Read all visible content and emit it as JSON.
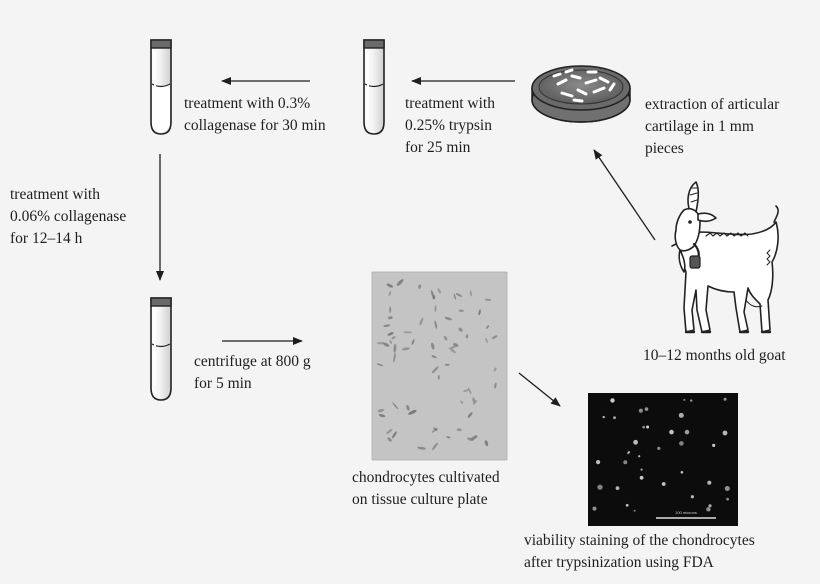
{
  "steps": {
    "extraction": [
      "extraction of articular",
      "cartilage in 1 mm",
      "pieces"
    ],
    "goat": [
      "10–12 months old goat"
    ],
    "trypsin": [
      "treatment with",
      "0.25% trypsin",
      "for 25 min"
    ],
    "collagenase_30": [
      "treatment with 0.3%",
      "collagenase for 30 min"
    ],
    "collagenase_overnight": [
      "treatment with",
      "0.06% collagenase",
      "for 12–14 h"
    ],
    "centrifuge": [
      "centrifuge at 800 g",
      "for 5 min"
    ],
    "cultivated": [
      "chondrocytes cultivated",
      "on tissue culture plate"
    ],
    "viability": [
      "viability staining of the chondrocytes",
      "after trypsinization using FDA"
    ]
  },
  "micrograph": {
    "scale_label": "100 microns"
  },
  "icons": {
    "petri_dish": "petri-dish-icon",
    "goat": "goat-icon",
    "tube": "test-tube-icon"
  },
  "colors": {
    "background": "#f4f4f4",
    "ink": "#1e1e1e",
    "brightfield": "#c3c3c3",
    "fluorescence": "#0c0c0c"
  }
}
